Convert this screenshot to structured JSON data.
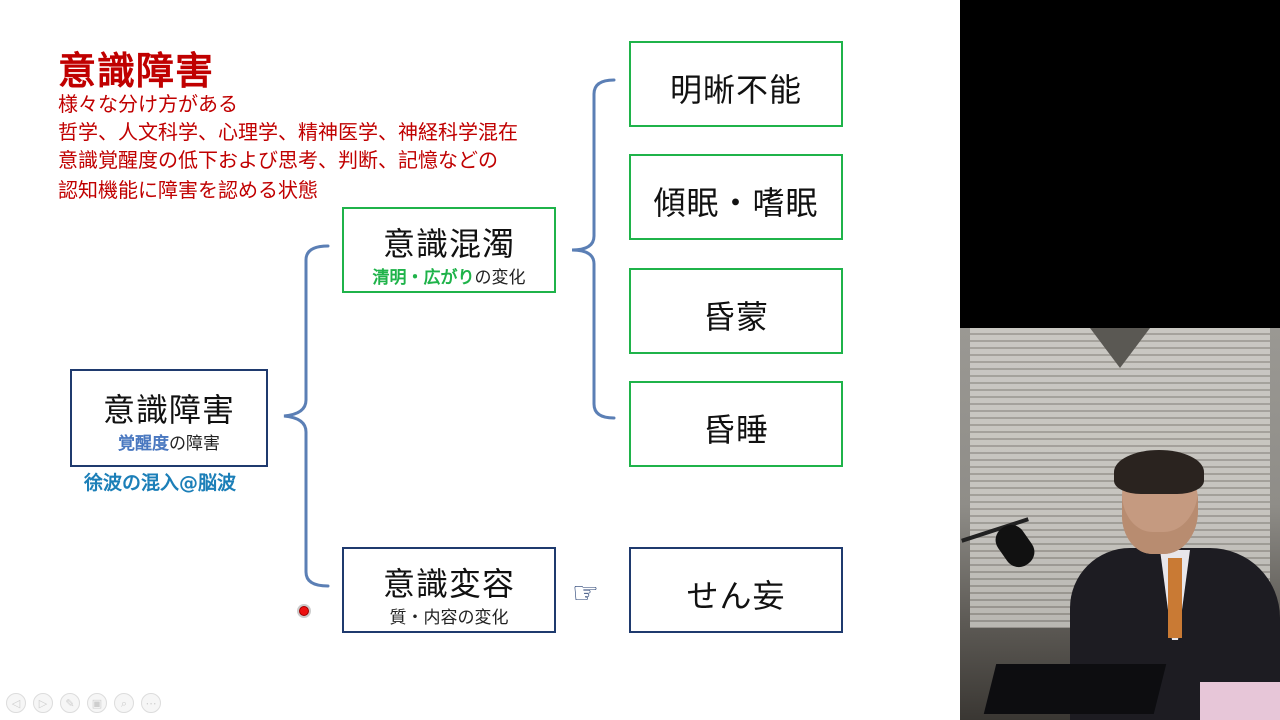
{
  "slide": {
    "title": "意識障害",
    "desc": [
      "様々な分け方がある",
      "哲学、人文科学、心理学、精神医学、神経科学混在",
      "意識覚醒度の低下および思考、判断、記憶などの",
      "認知機能に障害を認める状態"
    ],
    "root": {
      "main": "意識障害",
      "sub_kw": "覚醒度",
      "sub_rest": "の障害",
      "note": "徐波の混入@脳波"
    },
    "branch1": {
      "main": "意識混濁",
      "sub_kw": "清明・広がり",
      "sub_rest": "の変化",
      "items": [
        "明晰不能",
        "傾眠・嗜眠",
        "昏蒙",
        "昏睡"
      ]
    },
    "branch2": {
      "main": "意識変容",
      "sub": "質・内容の変化",
      "item": "せん妄"
    },
    "hand_icon": "☞",
    "colors": {
      "title_red": "#c00000",
      "green_box": "#1fb34a",
      "blue_box": "#1f3a6e",
      "bracket_blue": "#5b7fb5",
      "note_blue": "#1c7fb8"
    }
  },
  "toolbar": {
    "buttons": [
      "◁",
      "▷",
      "✎",
      "▣",
      "⌕",
      "⋯"
    ]
  }
}
